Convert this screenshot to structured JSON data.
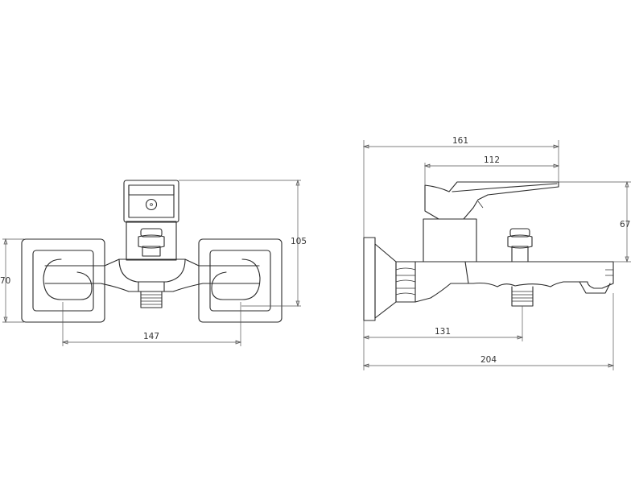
{
  "front_view": {
    "dim_width_between_centers": "147",
    "dim_height_total": "105",
    "dim_height_flange": "70"
  },
  "side_view": {
    "dim_total_top": "161",
    "dim_handle": "112",
    "dim_height": "67",
    "dim_outlet": "131",
    "dim_total_depth": "204"
  },
  "colors": {
    "line": "#2b2b2b",
    "dimension": "#555555",
    "background": "#ffffff"
  }
}
